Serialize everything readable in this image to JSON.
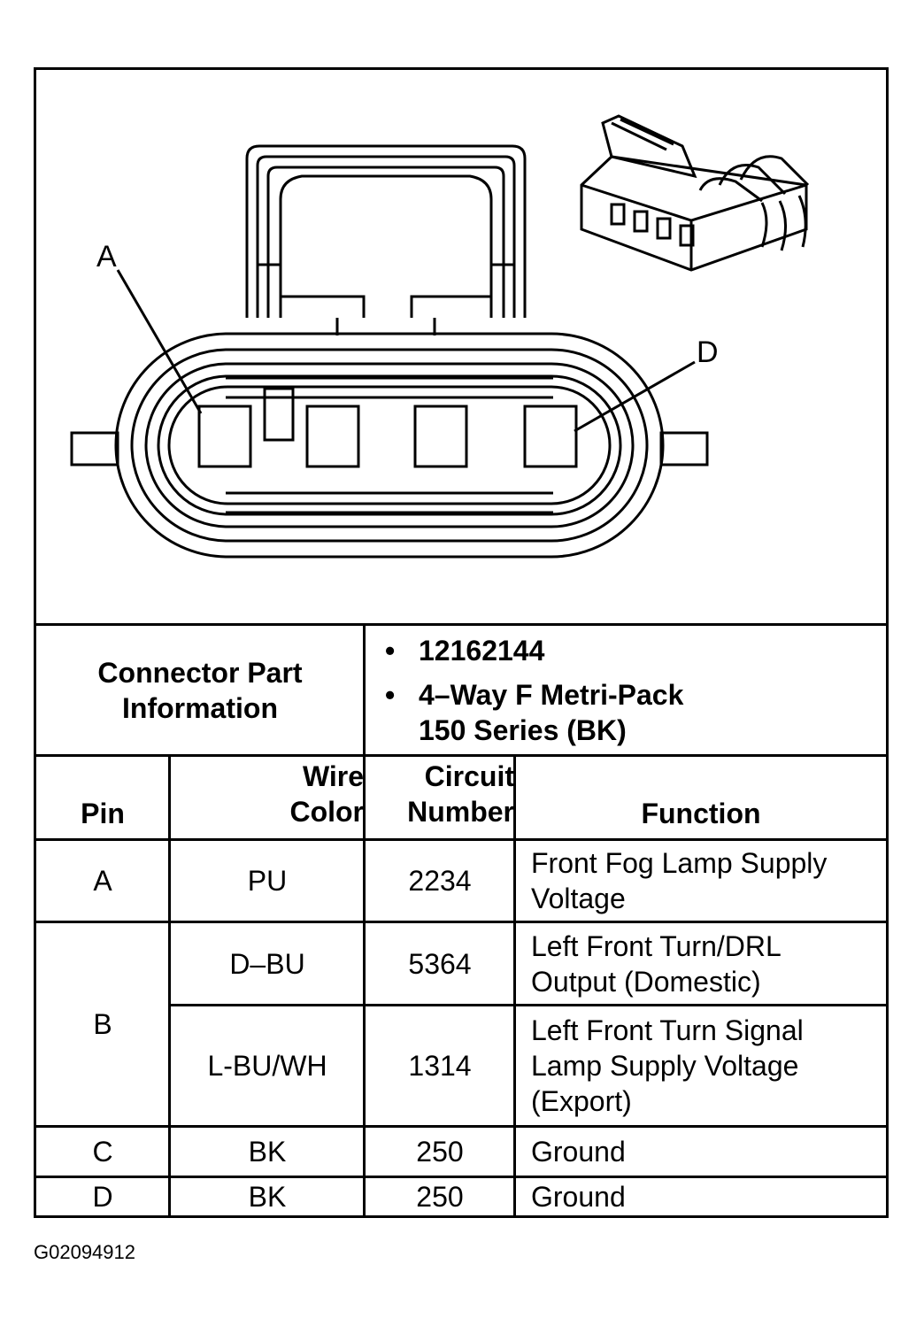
{
  "diagram": {
    "pin_labels": {
      "a": "A",
      "d": "D"
    }
  },
  "connector_info": {
    "label_line1": "Connector Part",
    "label_line2": "Information",
    "part_number": "12162144",
    "description_line1": "4–Way F Metri-Pack",
    "description_line2": "150 Series (BK)"
  },
  "table": {
    "headers": {
      "pin": "Pin",
      "wire_color_line1": "Wire",
      "wire_color_line2": "Color",
      "circuit_line1": "Circuit",
      "circuit_line2": "Number",
      "function": "Function"
    },
    "rows": [
      {
        "pin": "A",
        "wire": "PU",
        "circuit": "2234",
        "function": [
          "Front Fog Lamp Supply",
          "Voltage"
        ]
      },
      {
        "pin": "B",
        "wire": "D–BU",
        "circuit": "5364",
        "function": [
          "Left Front Turn/DRL",
          "Output (Domestic)"
        ]
      },
      {
        "pin": "",
        "wire": "L-BU/WH",
        "circuit": "1314",
        "function": [
          "Left Front Turn Signal",
          "Lamp Supply Voltage",
          "(Export)"
        ]
      },
      {
        "pin": "C",
        "wire": "BK",
        "circuit": "250",
        "function": [
          "Ground"
        ]
      },
      {
        "pin": "D",
        "wire": "BK",
        "circuit": "250",
        "function": [
          "Ground"
        ]
      }
    ]
  },
  "figure_id": "G02094912"
}
